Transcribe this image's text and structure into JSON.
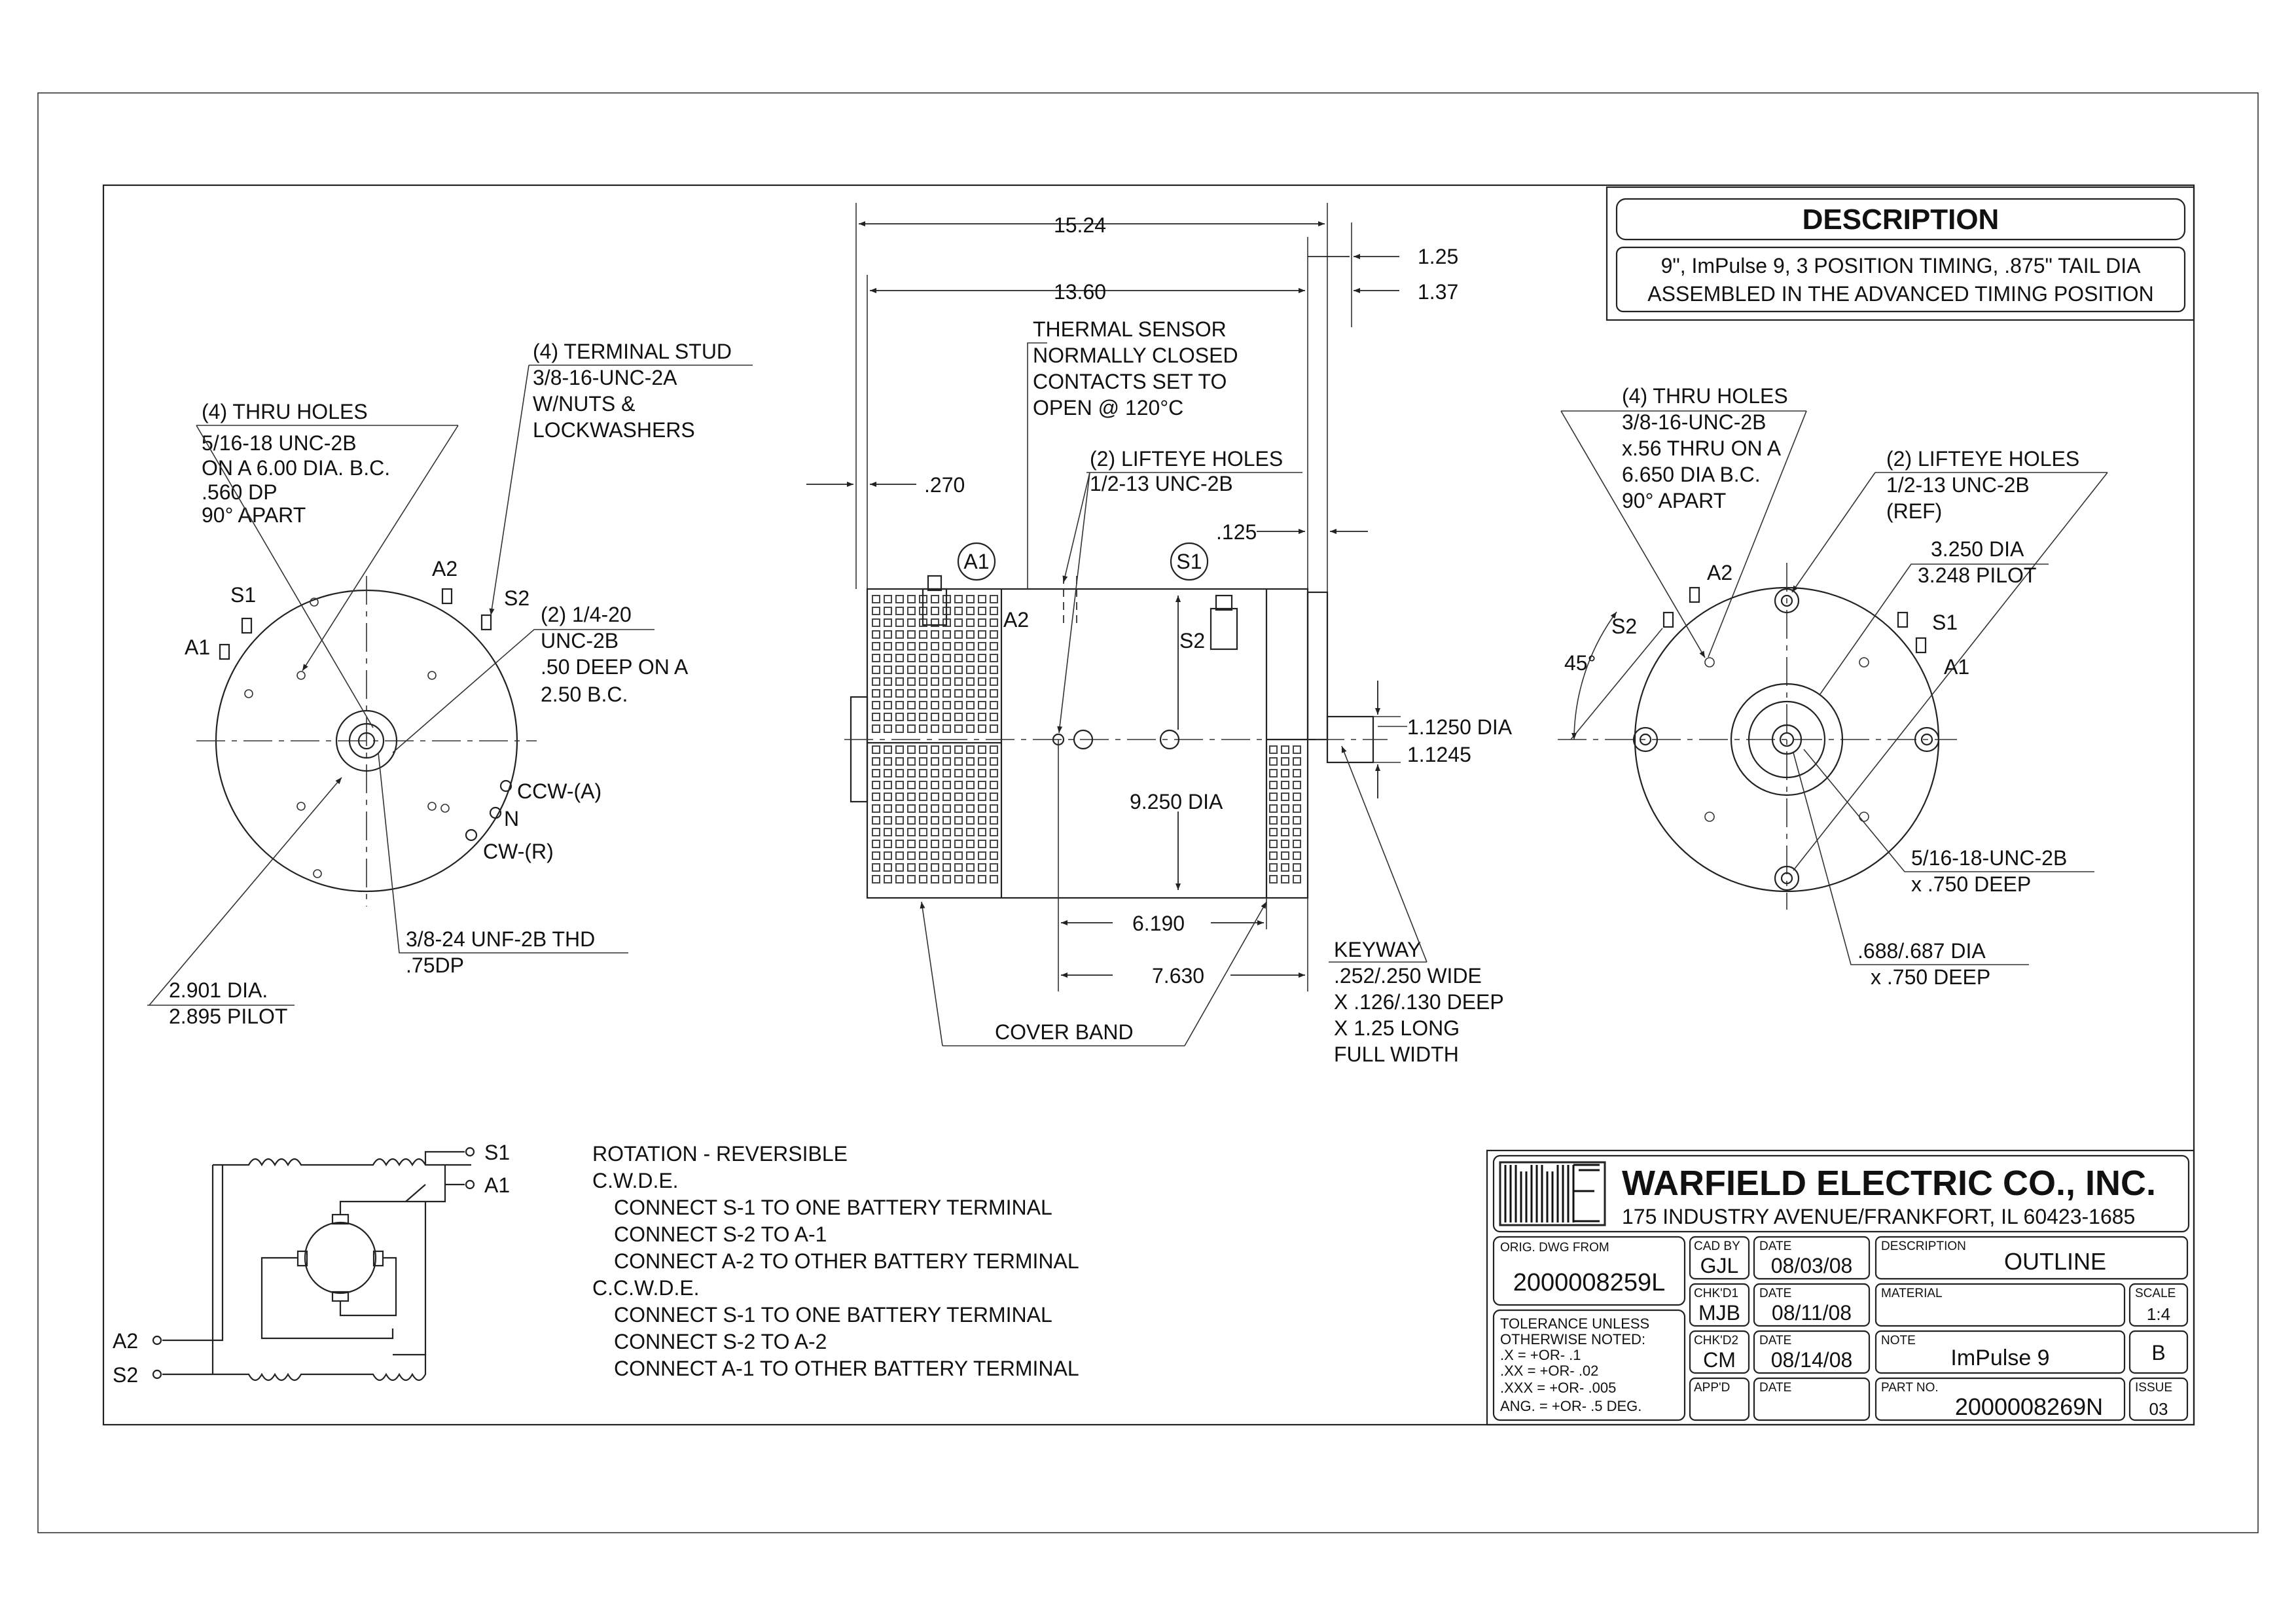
{
  "description": {
    "title": "DESCRIPTION",
    "line1": "9\", ImPulse 9, 3 POSITION TIMING, .875\" TAIL DIA",
    "line2": "ASSEMBLED IN THE ADVANCED TIMING POSITION"
  },
  "left_view": {
    "thru_holes_title": "(4) THRU HOLES",
    "thru_holes": [
      "5/16-18 UNC-2B",
      "ON A 6.00 DIA. B.C.",
      ".560 DP",
      "90° APART"
    ],
    "terminal_stud_title": "(4) TERMINAL STUD",
    "terminal_stud": [
      "3/8-16-UNC-2A",
      "W/NUTS &",
      "LOCKWASHERS"
    ],
    "holes_title": "(2) 1/4-20",
    "holes": [
      "UNC-2B",
      ".50 DEEP ON A",
      "2.50 B.C."
    ],
    "labels": {
      "s1": "S1",
      "a1": "A1",
      "a2": "A2",
      "s2": "S2",
      "ccw": "CCW-(A)",
      "n": "N",
      "cw": "CW-(R)"
    },
    "thd": [
      "3/8-24 UNF-2B THD",
      ".75DP"
    ],
    "pilot": [
      "2.901 DIA.",
      "2.895 PILOT"
    ]
  },
  "side_view": {
    "dim_overall": "15.24",
    "dim_body": "13.60",
    "dim_125a": "1.25",
    "dim_137": "1.37",
    "dim_270": ".270",
    "dim_125b": ".125",
    "thermal": [
      "THERMAL SENSOR",
      "NORMALLY CLOSED",
      "CONTACTS SET TO",
      "OPEN @ 120°C"
    ],
    "lifteye_title": "(2) LIFTEYE HOLES",
    "lifteye": "1/2-13 UNC-2B",
    "a1": "A1",
    "s1": "S1",
    "a2": "A2",
    "s2": "S2",
    "dia": "9.250 DIA",
    "shaft": [
      "1.1250 DIA",
      "1.1245"
    ],
    "dim_6190": "6.190",
    "dim_7630": "7.630",
    "keyway_title": "KEYWAY",
    "keyway": [
      ".252/.250 WIDE",
      "X .126/.130 DEEP",
      "X 1.25 LONG",
      "FULL WIDTH"
    ],
    "cover_band": "COVER BAND"
  },
  "right_view": {
    "thru_holes_title": "(4) THRU HOLES",
    "thru_holes": [
      "3/8-16-UNC-2B",
      "x.56 THRU ON A",
      "6.650 DIA B.C.",
      "90° APART"
    ],
    "lifteye_title": "(2) LIFTEYE HOLES",
    "lifteye": [
      "1/2-13 UNC-2B",
      "(REF)"
    ],
    "pilot": [
      "3.250 DIA",
      "3.248 PILOT"
    ],
    "angle": "45°",
    "labels": {
      "a2": "A2",
      "s2": "S2",
      "s1": "S1",
      "a1": "A1"
    },
    "tap": [
      "5/16-18-UNC-2B",
      "x .750 DEEP"
    ],
    "bore": [
      ".688/.687 DIA",
      "x .750 DEEP"
    ]
  },
  "schematic": {
    "s1": "S1",
    "a1": "A1",
    "a2": "A2",
    "s2": "S2"
  },
  "rotation": {
    "title": "ROTATION - REVERSIBLE",
    "cw": "C.W.D.E.",
    "cw_lines": [
      "CONNECT S-1 TO ONE BATTERY TERMINAL",
      "CONNECT S-2 TO A-1",
      "CONNECT A-2 TO OTHER BATTERY TERMINAL"
    ],
    "ccw": "C.C.W.D.E.",
    "ccw_lines": [
      "CONNECT S-1 TO ONE BATTERY TERMINAL",
      "CONNECT S-2 TO A-2",
      "CONNECT A-1 TO OTHER BATTERY TERMINAL"
    ]
  },
  "title_block": {
    "company": "WARFIELD ELECTRIC CO., INC.",
    "address": "175 INDUSTRY AVENUE/FRANKFORT, IL 60423-1685",
    "orig_label": "ORIG. DWG FROM",
    "orig_value": "2000008259L",
    "tolerance": [
      "TOLERANCE UNLESS",
      "OTHERWISE NOTED:",
      ".X     = +OR- .1",
      ".XX    = +OR- .02",
      ".XXX  = +OR- .005",
      "ANG. = +OR- .5 DEG."
    ],
    "cad_label": "CAD BY",
    "cad_value": "GJL",
    "date1_label": "DATE",
    "date1": "08/03/08",
    "chk1_label": "CHK'D1",
    "chk1_value": "MJB",
    "date2_label": "DATE",
    "date2": "08/11/08",
    "chk2_label": "CHK'D2",
    "chk2_value": "CM",
    "date3_label": "DATE",
    "date3": "08/14/08",
    "appd_label": "APP'D",
    "date4_label": "DATE",
    "desc_label": "DESCRIPTION",
    "desc_value": "OUTLINE",
    "material_label": "MATERIAL",
    "scale_label": "SCALE",
    "scale_value": "1:4",
    "note_label": "NOTE",
    "note_value": "ImPulse 9",
    "rev": "B",
    "part_label": "PART NO.",
    "part_value": "2000008269N",
    "issue_label": "ISSUE",
    "issue_value": "03"
  }
}
